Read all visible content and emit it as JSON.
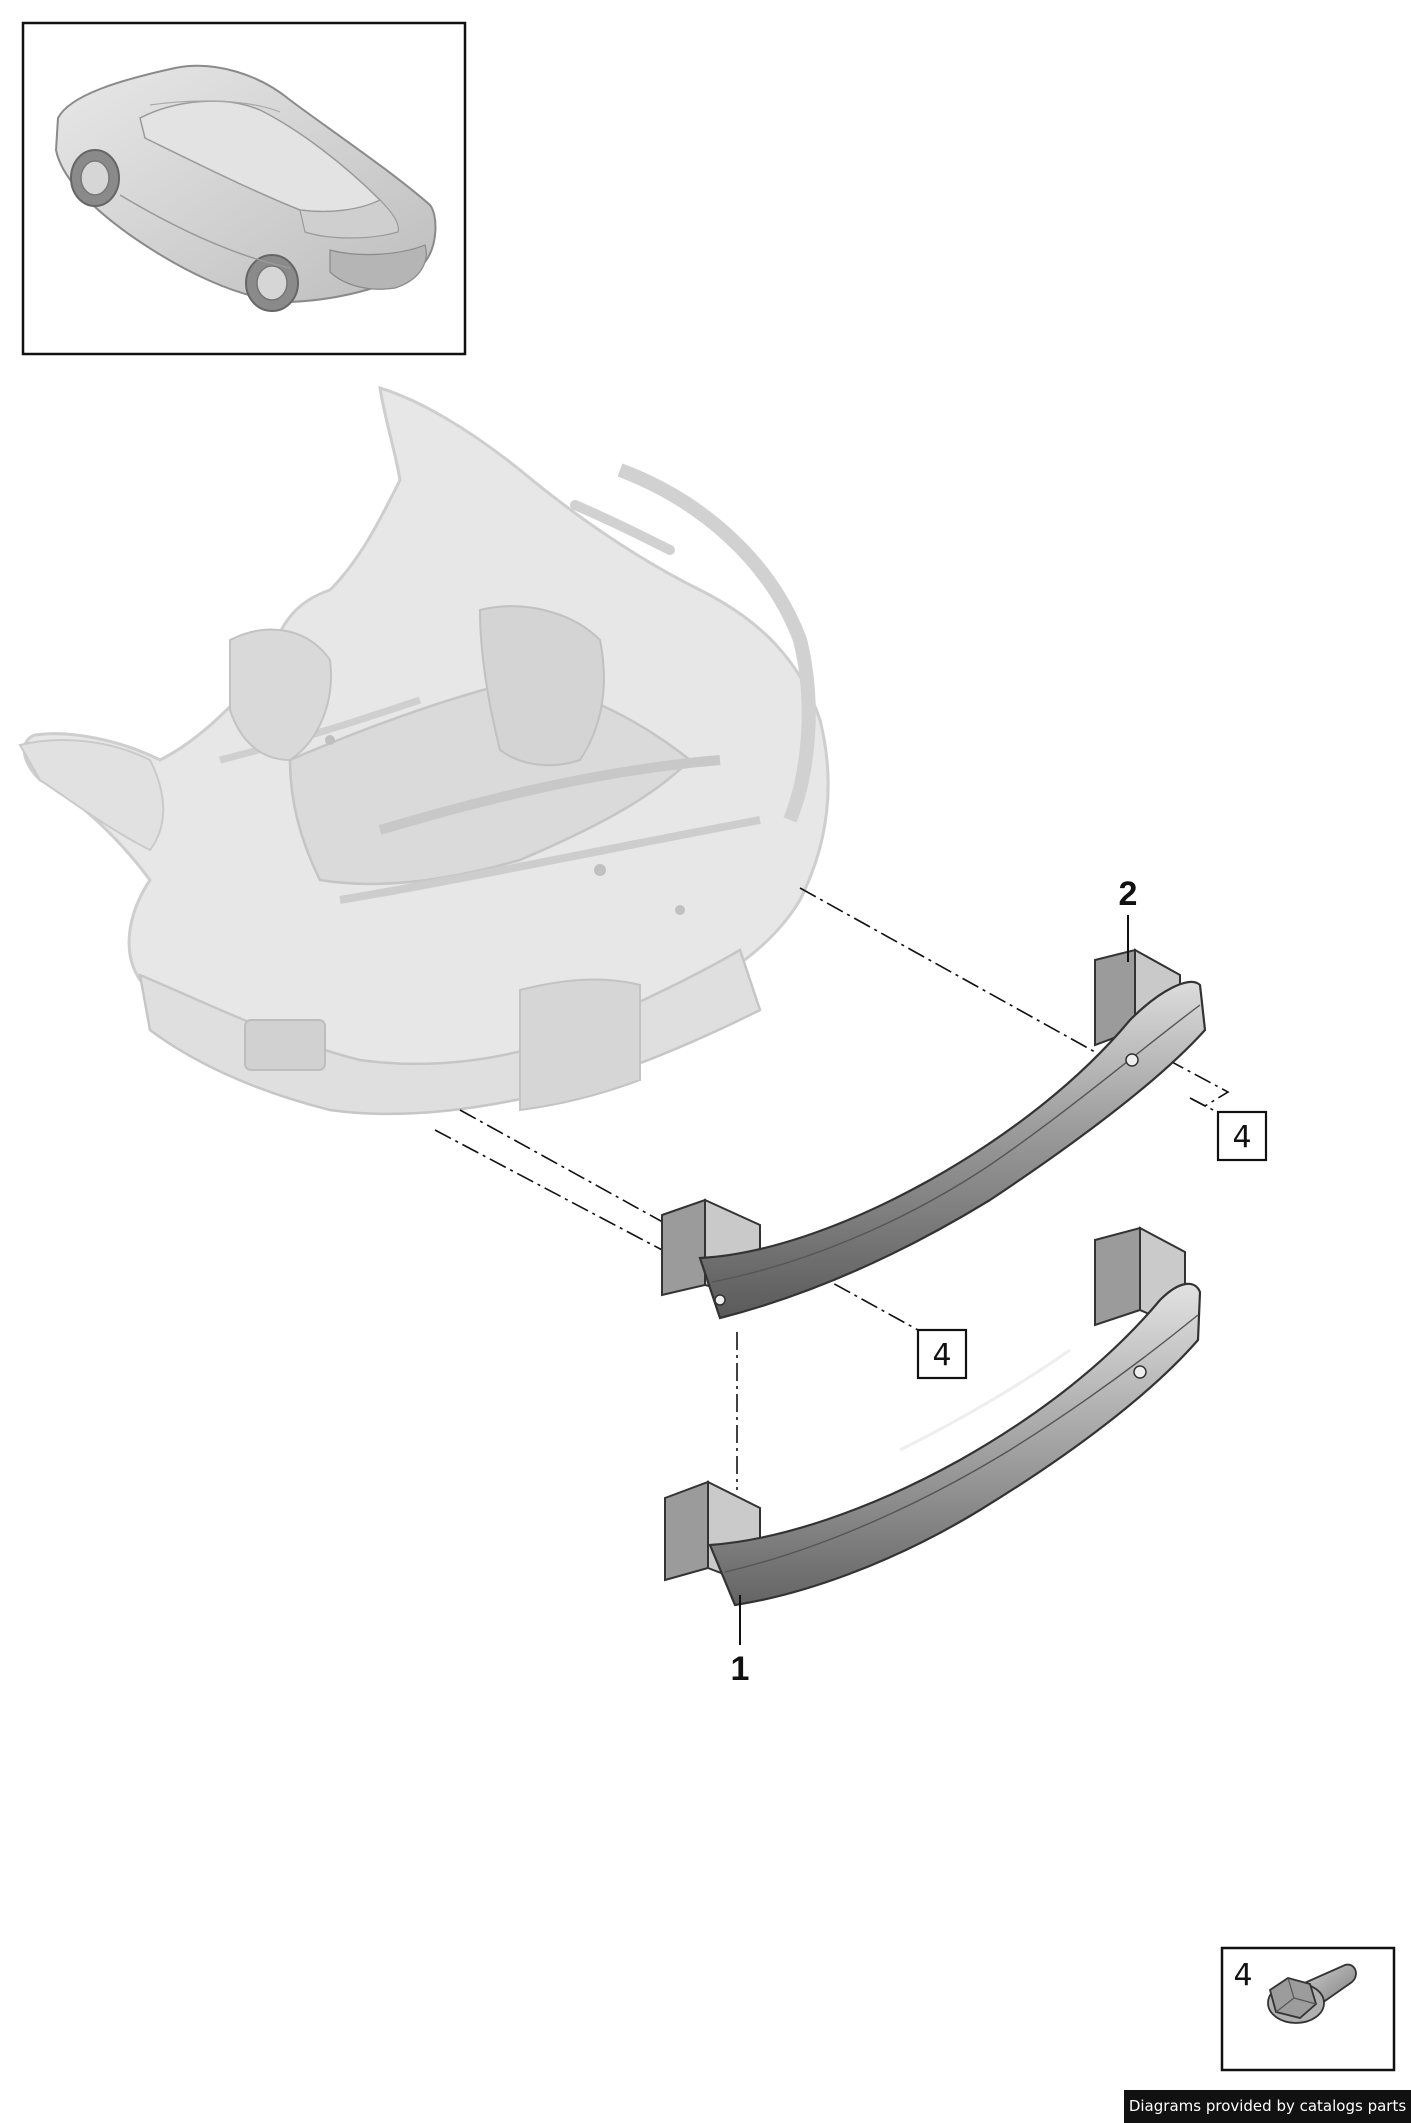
{
  "callouts": {
    "part_1": "1",
    "part_2": "2",
    "bolt_ref_upper": "4",
    "bolt_ref_lower": "4",
    "legend_bolt": "4"
  },
  "footer": {
    "credit": "Diagrams provided by catalogs parts"
  },
  "icons": {
    "overview": "vehicle-overview-icon",
    "bolt": "hex-bolt-icon"
  },
  "colors": {
    "frame": "#111111",
    "ghost_body": "#d9d9d9",
    "beam_dark": "#6e6e6e",
    "beam_light": "#c8c8c8",
    "credit_bg": "#111111"
  }
}
